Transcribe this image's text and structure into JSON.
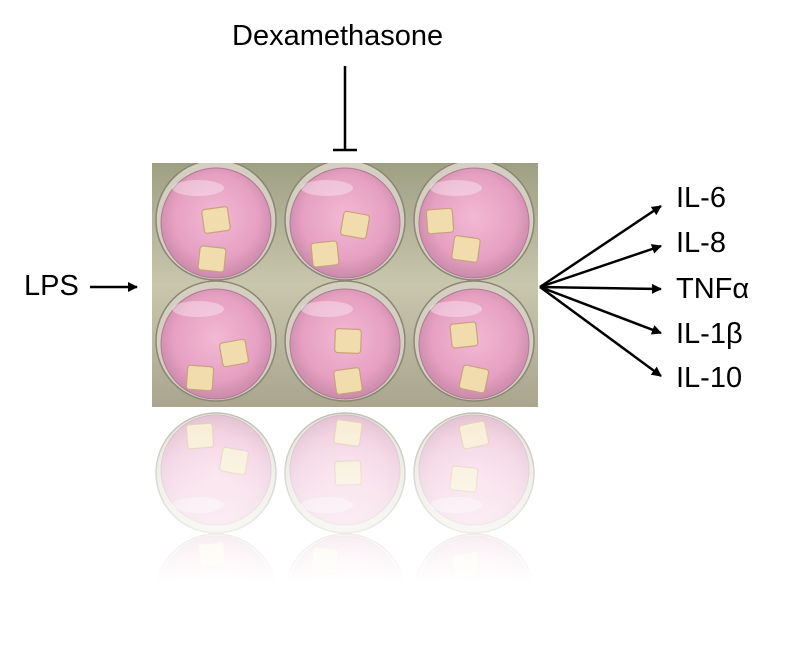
{
  "treatment_label": "Dexamethasone",
  "stimulus_label": "LPS",
  "cytokines": [
    "IL-6",
    "IL-8",
    "TNFα",
    "IL-1β",
    "IL-10"
  ],
  "colors": {
    "medium": "#e8a6c6",
    "plate_frame": "#b9b89a",
    "tissue": "#f1dcae",
    "arrow": "#000000"
  },
  "icons": [
    "well-plate-photo",
    "inhibition-bar-icon",
    "arrow-icon"
  ]
}
